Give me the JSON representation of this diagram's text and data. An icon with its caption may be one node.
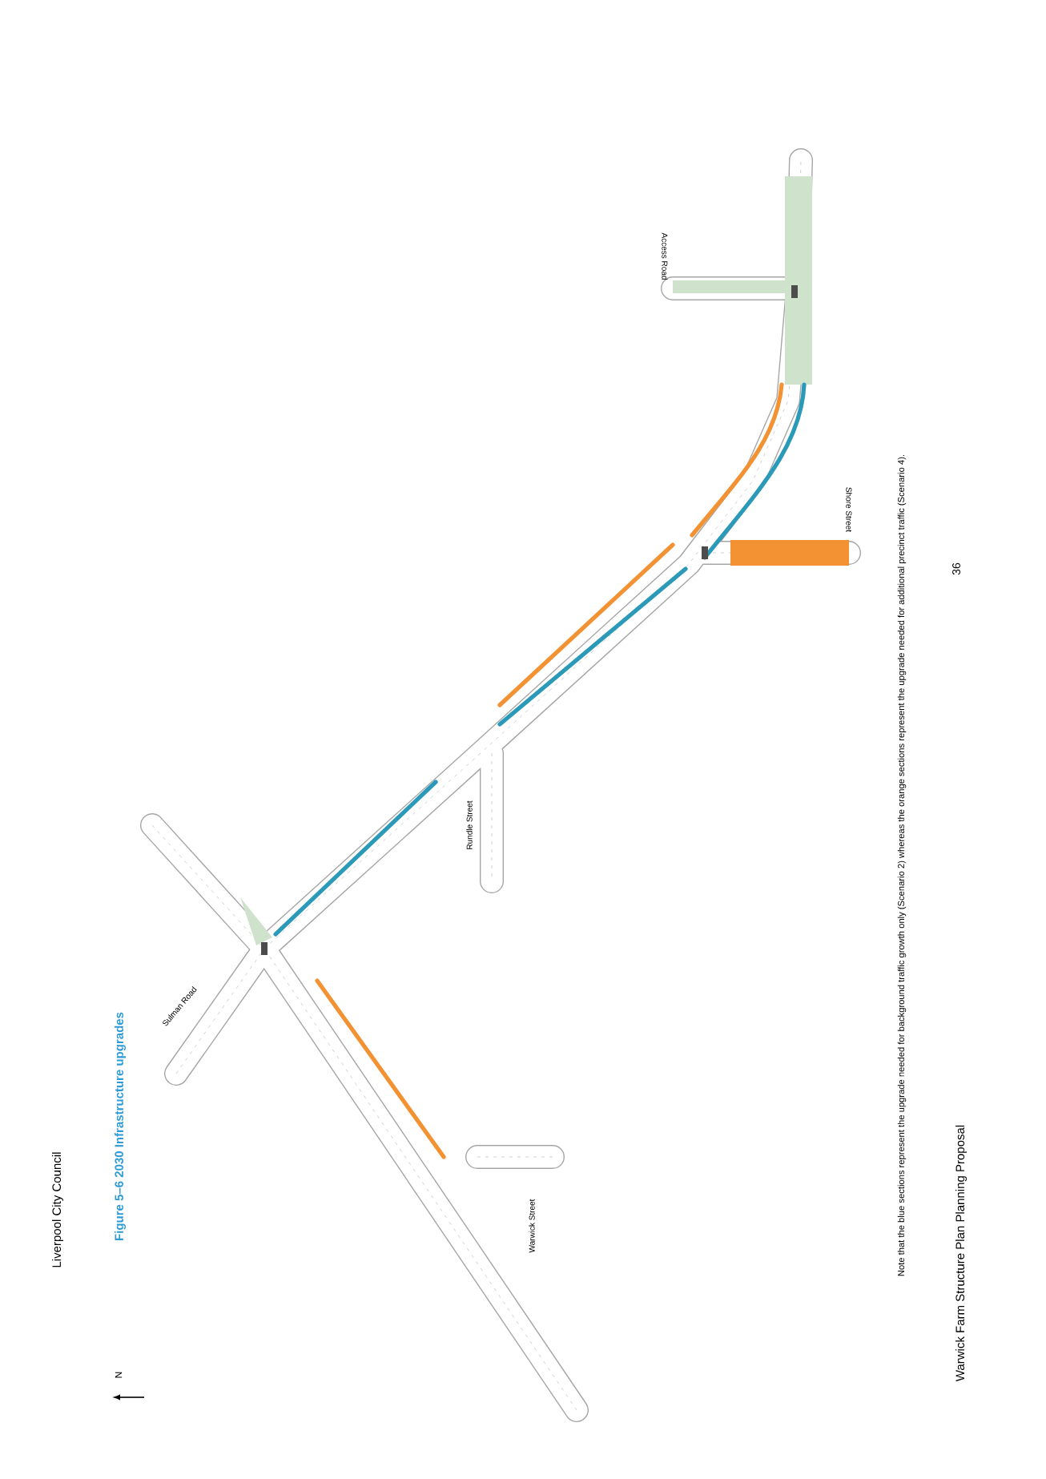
{
  "diagram": {
    "title": "Figure 5–6 2030 Infrastructure upgrades",
    "labels": [
      "Liverpool City Council",
      "N",
      "Sulman Road",
      "Warwick Street",
      "Rundle Street",
      "Shore Street",
      "Access Road",
      "Note that the blue sections represent the upgrade needed for background traffic growth only (Scenario 2) whereas the orange sections represent the upgrade needed for additional precinct traffic (Scenario 4).",
      "36",
      "Warwick Farm Structure Plan Planning Proposal"
    ]
  }
}
